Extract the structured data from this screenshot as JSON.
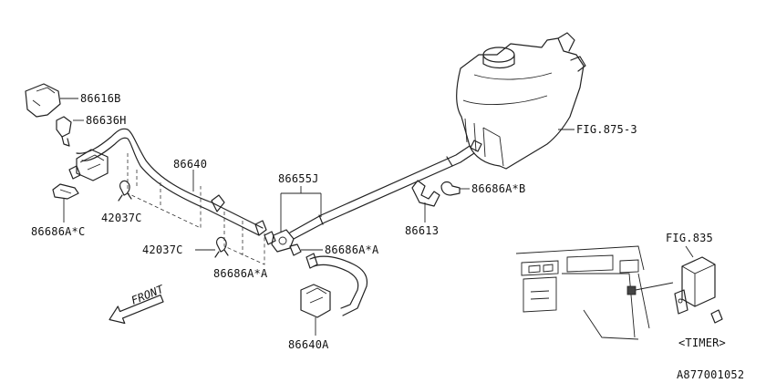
{
  "diagram": {
    "callouts": [
      {
        "id": "c1",
        "text": "86616B"
      },
      {
        "id": "c2",
        "text": "86636H"
      },
      {
        "id": "c3",
        "text": "86640"
      },
      {
        "id": "c4",
        "text": "86655J"
      },
      {
        "id": "c5",
        "text": "FIG.875-3"
      },
      {
        "id": "c6",
        "text": "86686A*B"
      },
      {
        "id": "c7",
        "text": "86613"
      },
      {
        "id": "c8",
        "text": "86686A*C"
      },
      {
        "id": "c9",
        "text": "42037C"
      },
      {
        "id": "c10",
        "text": "42037C"
      },
      {
        "id": "c11",
        "text": "86686A*A"
      },
      {
        "id": "c12",
        "text": "86686A*A"
      },
      {
        "id": "c13",
        "text": "86640A"
      },
      {
        "id": "c14",
        "text": "FIG.835"
      },
      {
        "id": "c15",
        "text": "<TIMER>"
      }
    ],
    "front_label": "FRONT",
    "diagram_code": "A877001052"
  }
}
